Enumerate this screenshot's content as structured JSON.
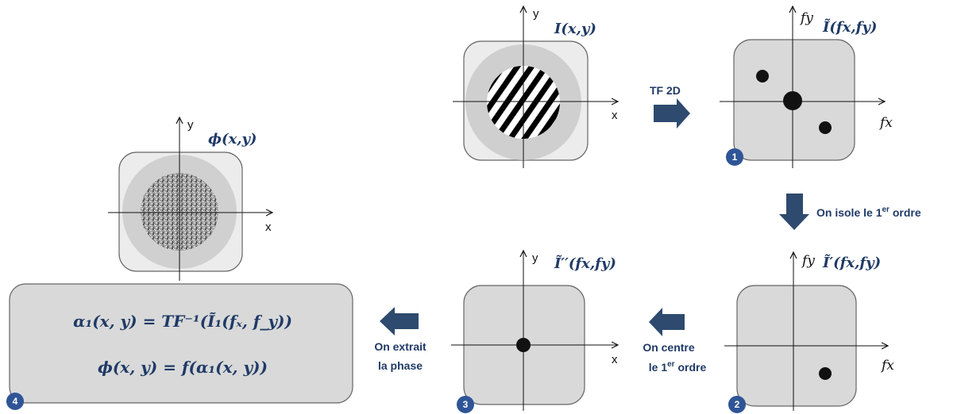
{
  "panels": {
    "intensity": {
      "title": "I(x,y)",
      "x_label": "x",
      "y_label": "y"
    },
    "spectrum": {
      "title": "Ĩ(fx,fy)",
      "fx_label": "fx",
      "fy_label": "fy",
      "badge": "1"
    },
    "isolated": {
      "title": "Ĩ′(fx,fy)",
      "fx_label": "fx",
      "fy_label": "fy",
      "badge": "2"
    },
    "centered": {
      "title": "Ĩ′′(fx,fy)",
      "x_label": "x",
      "y_label": "y",
      "badge": "3"
    },
    "phase": {
      "title": "ϕ(x,y)",
      "x_label": "x",
      "y_label": "y"
    }
  },
  "steps": {
    "tf2d": "TF 2D",
    "isolate_prefix": "On isole le 1",
    "isolate_sup": "er",
    "isolate_suffix": " ordre",
    "center_line1": "On centre",
    "center_line2_prefix": "le 1",
    "center_line2_sup": "er",
    "center_line2_suffix": " ordre",
    "extract_line1": "On extrait",
    "extract_line2": "la phase"
  },
  "formula_box": {
    "eq1": "α₁(x, y) = TF⁻¹(Ĩ₁(fₓ, f_y))",
    "eq2": "ϕ(x, y)  = f(α₁(x, y))",
    "badge": "4"
  },
  "colors": {
    "title_blue": "#1f3a66",
    "arrow_blue": "#2e4a6e",
    "badge_blue": "#2f5597",
    "panel_fill": "#d9d9d9",
    "panel_light": "#ececec",
    "panel_mid": "#c8c8c8"
  }
}
